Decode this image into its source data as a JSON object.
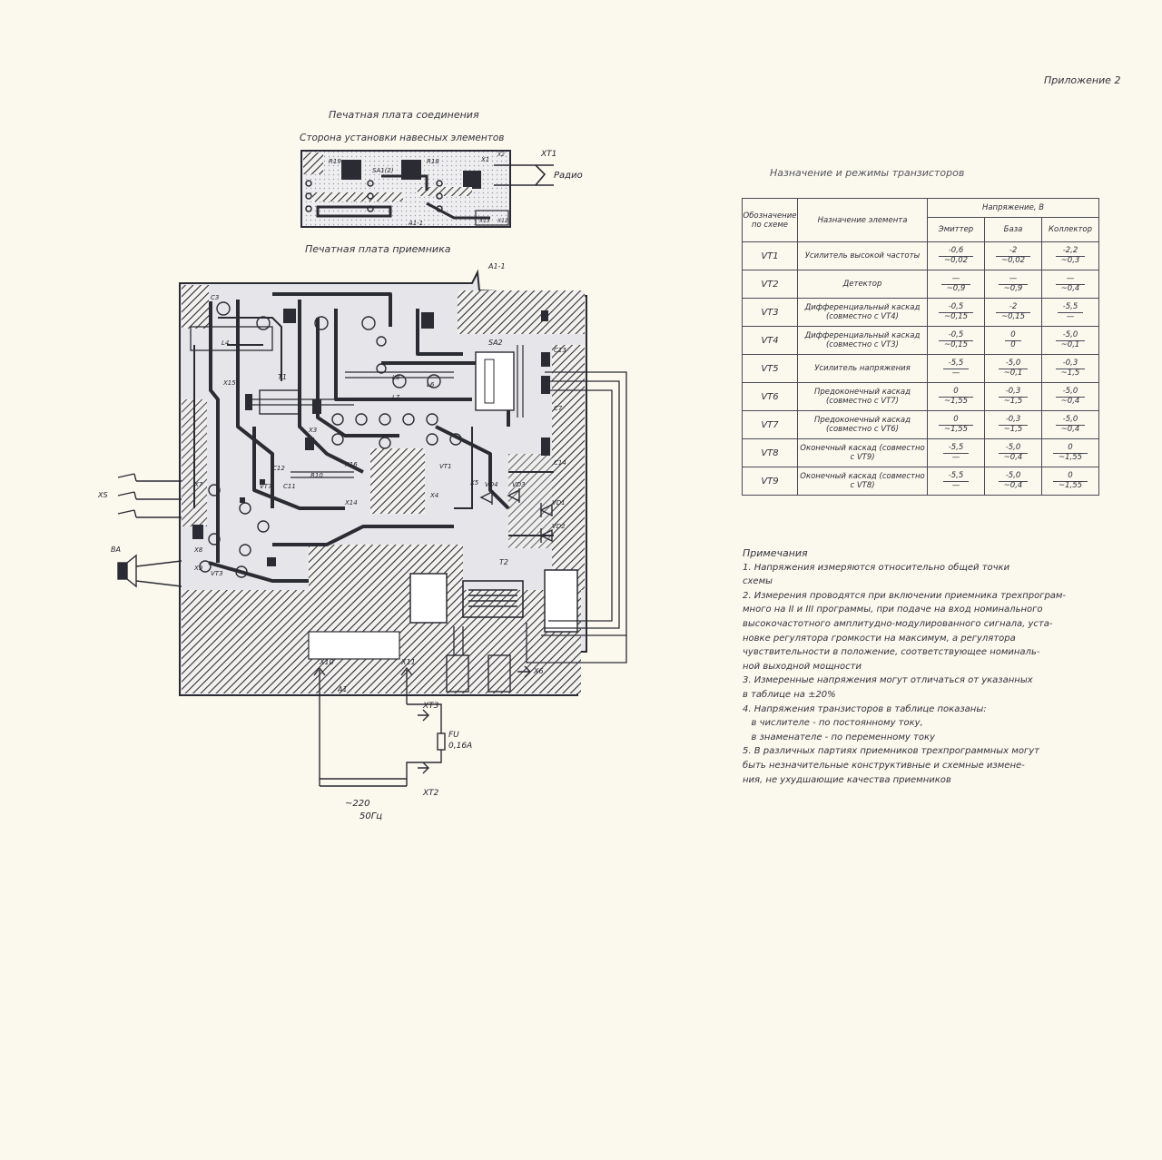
{
  "header": {
    "appendix": "Приложение 2",
    "pcb_title_1": "Печатная плата соединения",
    "pcb_subtitle_1": "Сторона установки навесных элементов",
    "pcb_title_2": "Печатная плата приемника",
    "table_title": "Назначение и режимы транзисторов"
  },
  "diagram": {
    "labels": {
      "xt1": "XT1",
      "radio": "Радио",
      "r19": "R19",
      "r18": "R18",
      "sa1_2": "SA1(2)",
      "x1": "X1",
      "x2": "X2",
      "x13": "X13",
      "x12": "X12",
      "a1_1": "A1-1",
      "a1_1b": "A1-1",
      "sa2": "SA2",
      "c13": "C13",
      "c7": "C7",
      "c14": "C14",
      "vt1": "VT1",
      "vd1": "VD1",
      "vd2": "VD2",
      "vd3": "VD3",
      "vd4": "VD4",
      "t1": "T1",
      "t2": "T2",
      "x3": "X3",
      "x4": "X4",
      "x5": "X5",
      "x6": "X6",
      "x7": "X7",
      "x8": "X8",
      "x9": "X9",
      "x10": "X10",
      "x11": "X11",
      "x14": "X14",
      "x15": "X15",
      "x16": "X16",
      "xs": "XS",
      "ba": "BA",
      "a1": "A1",
      "xt3": "XT3",
      "xt2": "XT2",
      "fu": "FU",
      "fu_val": "0,16A",
      "mains_v": "~220",
      "mains_f": "50Гц",
      "c3": "C3",
      "l4": "L4",
      "c12": "C12",
      "c11": "C11",
      "r10": "R10",
      "l6": "L6",
      "l7": "L7",
      "l8": "L8",
      "vt7": "VT7",
      "vt3": "VT3"
    }
  },
  "table": {
    "headers": {
      "designation": "Обозначение по схеме",
      "purpose": "Назначение элемента",
      "voltage": "Напряжение, В",
      "emitter": "Эмиттер",
      "base": "База",
      "collector": "Коллектор"
    },
    "rows": [
      {
        "vt": "VT1",
        "purpose": "Усилитель высокой частоты",
        "e": [
          "-0,6",
          "~0,02"
        ],
        "b": [
          "-2",
          "~0,02"
        ],
        "c": [
          "-2,2",
          "~0,3"
        ]
      },
      {
        "vt": "VT2",
        "purpose": "Детектор",
        "e": [
          "—",
          "~0,9"
        ],
        "b": [
          "—",
          "~0,9"
        ],
        "c": [
          "—",
          "~0,4"
        ]
      },
      {
        "vt": "VT3",
        "purpose": "Дифференциальный каскад (совместно с VT4)",
        "e": [
          "-0,5",
          "~0,15"
        ],
        "b": [
          "-2",
          "~0,15"
        ],
        "c": [
          "-5,5",
          "—"
        ]
      },
      {
        "vt": "VT4",
        "purpose": "Дифференциальный каскад (совместно с VT3)",
        "e": [
          "-0,5",
          "~0,15"
        ],
        "b": [
          "0",
          "0"
        ],
        "c": [
          "-5,0",
          "~0,1"
        ]
      },
      {
        "vt": "VT5",
        "purpose": "Усилитель напряжения",
        "e": [
          "-5,5",
          "—"
        ],
        "b": [
          "-5,0",
          "~0,1"
        ],
        "c": [
          "-0,3",
          "~1,5"
        ]
      },
      {
        "vt": "VT6",
        "purpose": "Предоконечный каскад (совместно с VT7)",
        "e": [
          "0",
          "~1,55"
        ],
        "b": [
          "-0,3",
          "~1,5"
        ],
        "c": [
          "-5,0",
          "~0,4"
        ]
      },
      {
        "vt": "VT7",
        "purpose": "Предоконечный каскад (совместно с VT6)",
        "e": [
          "0",
          "~1,55"
        ],
        "b": [
          "-0,3",
          "~1,5"
        ],
        "c": [
          "-5,0",
          "~0,4"
        ]
      },
      {
        "vt": "VT8",
        "purpose": "Оконечный каскад (совместно с VT9)",
        "e": [
          "-5,5",
          "—"
        ],
        "b": [
          "-5,0",
          "~0,4"
        ],
        "c": [
          "0",
          "~1,55"
        ]
      },
      {
        "vt": "VT9",
        "purpose": "Оконечный каскад (совместно с VT8)",
        "e": [
          "-5,5",
          "—"
        ],
        "b": [
          "-5,0",
          "~0,4"
        ],
        "c": [
          "0",
          "~1,55"
        ]
      }
    ]
  },
  "notes": {
    "heading": "Примечания",
    "items": [
      "1. Напряжения измеряются относительно общей точки",
      "схемы",
      "2. Измерения проводятся при включении приемника трехпрограм-",
      "много на II и III программы, при подаче на вход номинального",
      "высокочастотного амплитудно-модулированного сигнала, уста-",
      "новке регулятора громкости на максимум, а регулятора",
      "чувствительности в положение, соответствующее номиналь-",
      "ной выходной мощности",
      "3. Измеренные напряжения могут отличаться от указанных",
      "в таблице на ±20%",
      "4. Напряжения транзисторов в таблице показаны:",
      "   в числителе - по постоянному току,",
      "   в знаменателе - по переменному току",
      "5. В различных партиях приемников трехпрограммных могут",
      "быть незначительные конструктивные и схемные измене-",
      "ния, не ухудшающие качества приемников"
    ]
  },
  "colors": {
    "ink": "#2b2b33",
    "paper": "#fbf8ee",
    "board": "#e9e9ec"
  }
}
